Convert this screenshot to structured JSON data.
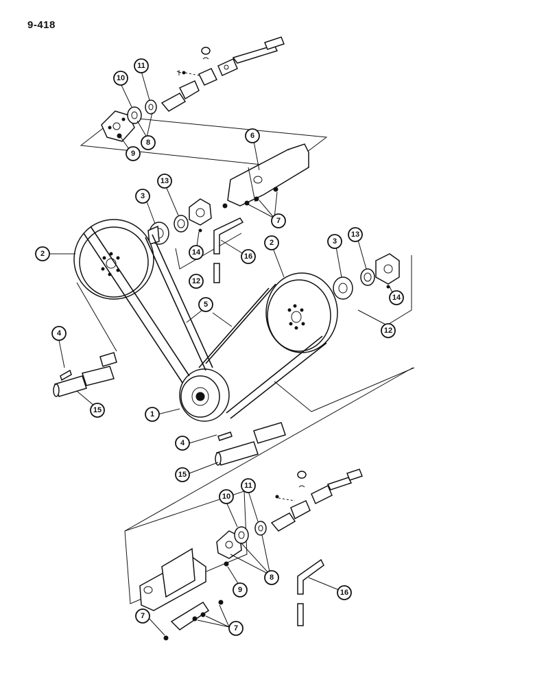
{
  "page_code": "9-418",
  "callouts": [
    {
      "id": "c-top-10",
      "label": "10"
    },
    {
      "id": "c-top-11",
      "label": "11"
    },
    {
      "id": "c-top-8",
      "label": "8"
    },
    {
      "id": "c-top-9",
      "label": "9"
    },
    {
      "id": "c-6",
      "label": "6"
    },
    {
      "id": "c-3a",
      "label": "3"
    },
    {
      "id": "c-13a",
      "label": "13"
    },
    {
      "id": "c-7a",
      "label": "7"
    },
    {
      "id": "c-14a",
      "label": "14"
    },
    {
      "id": "c-16a",
      "label": "16"
    },
    {
      "id": "c-12a",
      "label": "12"
    },
    {
      "id": "c-2a",
      "label": "2"
    },
    {
      "id": "c-2b",
      "label": "2"
    },
    {
      "id": "c-3b",
      "label": "3"
    },
    {
      "id": "c-13b",
      "label": "13"
    },
    {
      "id": "c-14b",
      "label": "14"
    },
    {
      "id": "c-12b",
      "label": "12"
    },
    {
      "id": "c-5",
      "label": "5"
    },
    {
      "id": "c-4a",
      "label": "4"
    },
    {
      "id": "c-15a",
      "label": "15"
    },
    {
      "id": "c-1",
      "label": "1"
    },
    {
      "id": "c-4b",
      "label": "4"
    },
    {
      "id": "c-15b",
      "label": "15"
    },
    {
      "id": "c-bot-10",
      "label": "10"
    },
    {
      "id": "c-bot-11",
      "label": "11"
    },
    {
      "id": "c-bot-8",
      "label": "8"
    },
    {
      "id": "c-bot-9",
      "label": "9"
    },
    {
      "id": "c-16b",
      "label": "16"
    },
    {
      "id": "c-7b",
      "label": "7"
    },
    {
      "id": "c-7c",
      "label": "7"
    }
  ]
}
